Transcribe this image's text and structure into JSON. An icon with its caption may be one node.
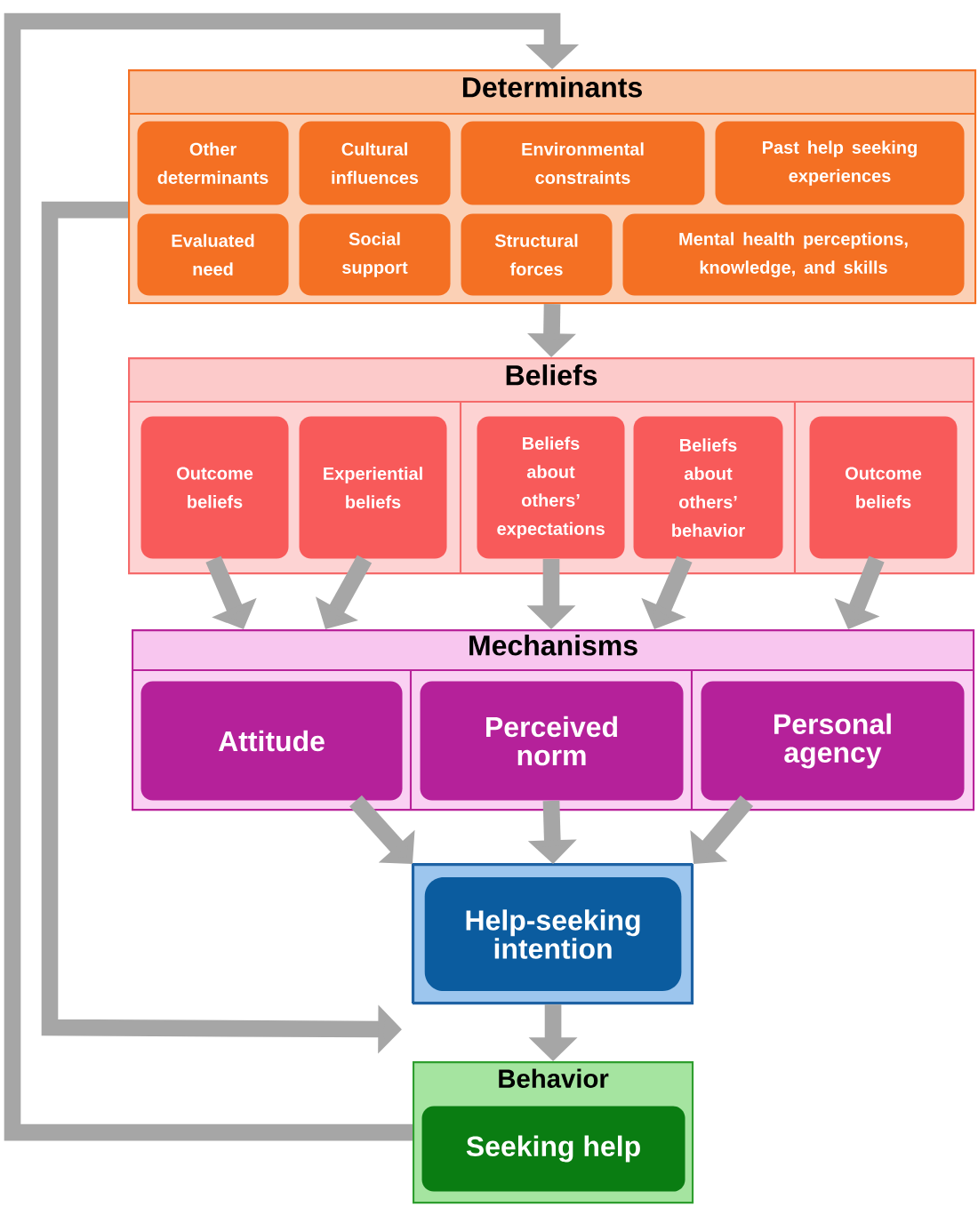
{
  "diagram": {
    "nodes": [
      {
        "text": [
          "Determinants"
        ]
      },
      {
        "text": [
          "Other determinants"
        ],
        "in": 0
      },
      {
        "text": [
          "Cultural influences"
        ],
        "in": 0
      },
      {
        "text": [
          "Environmental constraints"
        ],
        "in": 0
      },
      {
        "text": [
          "Past help seeking experiences"
        ],
        "in": 0
      },
      {
        "text": [
          "Evaluated need"
        ],
        "in": 0
      },
      {
        "text": [
          "Social support"
        ],
        "in": 0
      },
      {
        "text": [
          "Structural forces"
        ],
        "in": 0
      },
      {
        "text": [
          "Mental health perceptions, knowledge, and skills"
        ],
        "in": 0
      },
      {
        "text": [
          "Beliefs"
        ]
      },
      {
        "text": [
          "Outcome beliefs"
        ],
        "in": 9
      },
      {
        "text": [
          "Experiential beliefs"
        ],
        "in": 9
      },
      {
        "text": [
          "Beliefs about others’ expectations"
        ],
        "in": 9
      },
      {
        "text": [
          "Beliefs about others’ behavior"
        ],
        "in": 9
      },
      {
        "text": [
          "Outcome beliefs"
        ],
        "in": 9
      },
      {
        "text": [
          "Mechanisms"
        ]
      },
      {
        "text": [
          "Attitude"
        ],
        "in": 15
      },
      {
        "text": [
          "Perceived norm"
        ],
        "in": 15
      },
      {
        "text": [
          "Personal agency"
        ],
        "in": 15
      },
      {
        "text": [
          "Help-seeking intention"
        ]
      },
      {
        "text": [
          "Behavior"
        ]
      },
      {
        "text": [
          "Seeking help"
        ],
        "in": 20
      }
    ],
    "edges": [
      {
        "from": 0,
        "to": 9,
        "arrow": "to"
      },
      {
        "from": 10,
        "to": 15,
        "arrow": "to"
      },
      {
        "from": 11,
        "to": 15,
        "arrow": "to"
      },
      {
        "from": 12,
        "to": 15,
        "arrow": "to"
      },
      {
        "from": 13,
        "to": 15,
        "arrow": "to"
      },
      {
        "from": 14,
        "to": 15,
        "arrow": "to"
      },
      {
        "from": 16,
        "to": 19,
        "arrow": "to"
      },
      {
        "from": 17,
        "to": 19,
        "arrow": "to"
      },
      {
        "from": 18,
        "to": 19,
        "arrow": "to"
      },
      {
        "from": 19,
        "to": 20,
        "arrow": "to"
      },
      {
        "from": 20,
        "to": 0,
        "arrow": "to"
      },
      {
        "from": 0,
        "to": 19,
        "arrow": "to"
      }
    ]
  }
}
